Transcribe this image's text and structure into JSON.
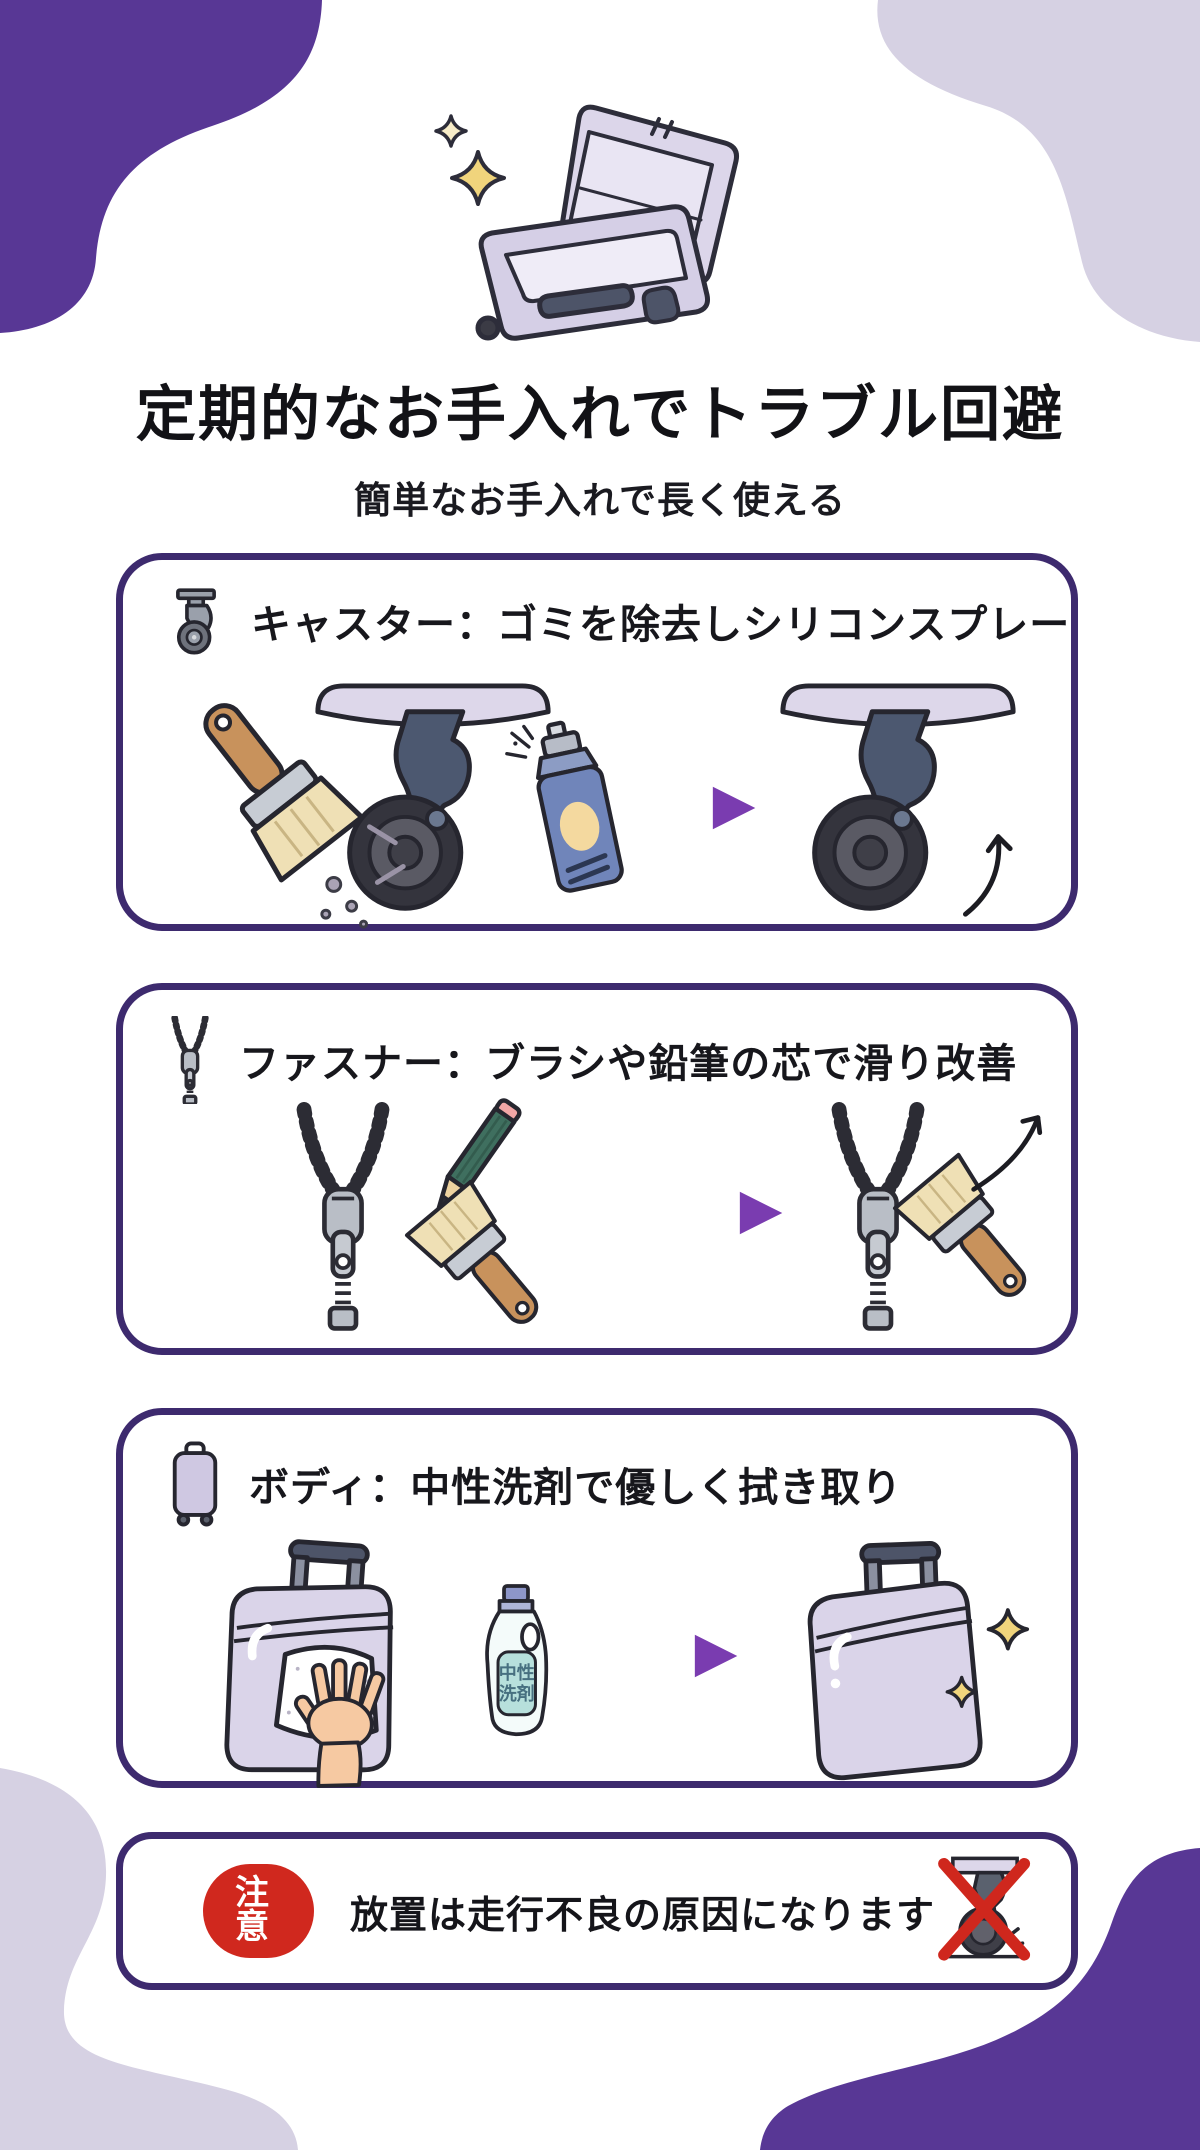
{
  "header": {
    "title": "定期的なお手入れでトラブル回避",
    "subtitle": "簡単なお手入れで長く使える"
  },
  "cards": {
    "caster": {
      "title": "キャスター：ゴミを除去しシリコンスプレー"
    },
    "zipper": {
      "title": "ファスナー：ブラシや鉛筆の芯で滑り改善"
    },
    "body": {
      "title": "ボディ：中性洗剤で優しく拭き取り"
    }
  },
  "detergent_bottle": {
    "line1": "中性",
    "line2": "洗剤"
  },
  "warning": {
    "badge": "注意",
    "text": "放置は走行不良の原因になります"
  },
  "icons": [
    "caster-icon",
    "zipper-icon",
    "suitcase-icon",
    "crossed-caster-icon",
    "arrow-right-icon",
    "sparkle-icon"
  ],
  "colors": {
    "blob_dark_purple": "#583795",
    "blob_light_purple": "#d6d1e3",
    "card_border_purple": "#3d2a6e",
    "warning_red": "#d0281e",
    "sparkle_gold": "#f0d47c",
    "suitcase_lavender": "#dad4e9",
    "arrow_purple": "#7a3cb0"
  }
}
